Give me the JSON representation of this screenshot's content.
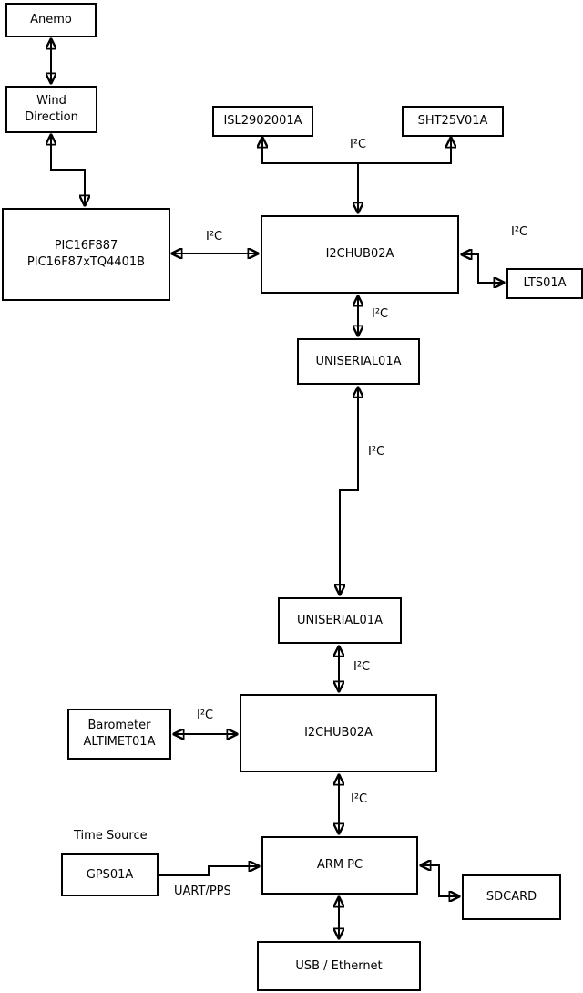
{
  "diagram": {
    "nodes": {
      "anemo": {
        "lines": [
          "Anemo"
        ]
      },
      "wind_direction": {
        "lines": [
          "Wind",
          "Direction"
        ]
      },
      "pic": {
        "lines": [
          "PIC16F887",
          "PIC16F87xTQ4401B"
        ]
      },
      "isl2902001a": {
        "lines": [
          "ISL2902001A"
        ]
      },
      "sht25v01a": {
        "lines": [
          "SHT25V01A"
        ]
      },
      "i2chub_upper": {
        "lines": [
          "I2CHUB02A"
        ]
      },
      "lts01a": {
        "lines": [
          "LTS01A"
        ]
      },
      "uniserial_upper": {
        "lines": [
          "UNISERIAL01A"
        ]
      },
      "uniserial_lower": {
        "lines": [
          "UNISERIAL01A"
        ]
      },
      "i2chub_lower": {
        "lines": [
          "I2CHUB02A"
        ]
      },
      "barometer": {
        "lines": [
          "Barometer",
          "ALTIMET01A"
        ]
      },
      "gps01a": {
        "lines": [
          "GPS01A"
        ]
      },
      "arm_pc": {
        "lines": [
          "ARM PC"
        ]
      },
      "sdcard": {
        "lines": [
          "SDCARD"
        ]
      },
      "usb_ethernet": {
        "lines": [
          "USB / Ethernet"
        ]
      }
    },
    "edge_labels": {
      "i2c": "I²C",
      "uart_pps": "UART/PPS",
      "time_source": "Time Source"
    },
    "colors": {
      "line": "#000000",
      "box_border": "#000000",
      "background": "#ffffff",
      "text": "#000000"
    }
  }
}
